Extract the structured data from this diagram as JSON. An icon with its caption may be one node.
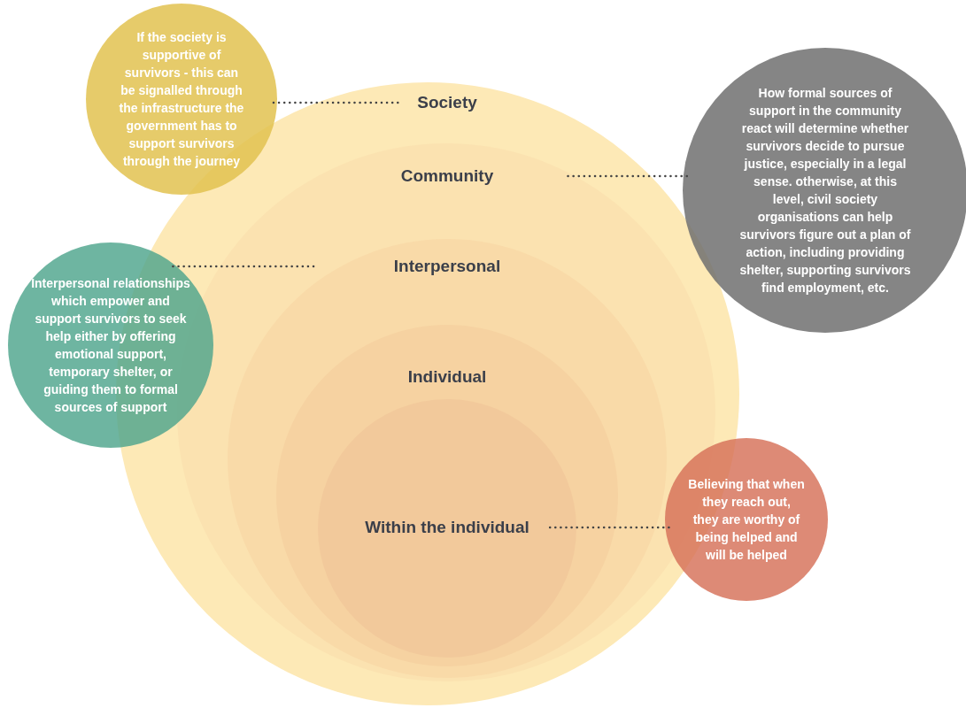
{
  "diagram": {
    "nodes": [
      {
        "text": [
          "Society"
        ]
      },
      {
        "text": [
          "Community"
        ],
        "in": 0
      },
      {
        "text": [
          "Interpersonal"
        ],
        "in": 1
      },
      {
        "text": [
          "Individual"
        ],
        "in": 2
      },
      {
        "text": [
          "Within the individual"
        ],
        "in": 3
      },
      {
        "text": [
          "If the society is supportive of survivors - this can be signalled through the infrastructure the government has to support survivors through the journey"
        ]
      },
      {
        "text": [
          "How formal sources of support in the community react will determine whether survivors decide to pursue justice, especially in a legal sense. otherwise, at this level, civil society organisations can help survivors figure out a plan of action, including providing shelter, supporting survivors find employment, etc."
        ]
      },
      {
        "text": [
          "Interpersonal relationships which empower and support survivors to seek help either by offering emotional support, temporary shelter, or guiding them to formal sources of support"
        ]
      },
      {
        "text": [
          "Believing that when they reach out, they are worthy of being helped and will be helped"
        ]
      }
    ],
    "edges": [
      {
        "from": 5,
        "to": 0,
        "arrow": "none"
      },
      {
        "from": 6,
        "to": 1,
        "arrow": "none"
      },
      {
        "from": 7,
        "to": 2,
        "arrow": "none"
      },
      {
        "from": 8,
        "to": 4,
        "arrow": "none"
      }
    ]
  }
}
